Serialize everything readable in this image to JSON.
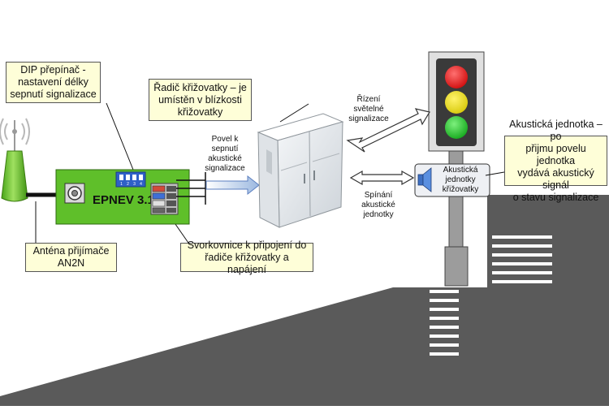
{
  "device": {
    "name": "EPNEV 3.17",
    "dip_labels": [
      "1",
      "2",
      "3",
      "4"
    ]
  },
  "callouts": {
    "dip": [
      "DIP přepínač -",
      "nastavení délky",
      "sepnutí signalizace"
    ],
    "controller": [
      "Řadič křižovatky – je",
      "umístěn v blízkosti",
      "křižovatky"
    ],
    "antenna": [
      "Anténa přijímače",
      "AN2N"
    ],
    "terminal": [
      "Svorkovnice k připojení do",
      "řadiče křižovatky a napájení"
    ],
    "acoustic": [
      "Akustická jednotka – po",
      "přijmu povelu jednotka",
      "vydává akustický signál",
      "o stavu signalizace"
    ]
  },
  "labels": {
    "command": [
      "Povel k",
      "sepnutí",
      "akustické",
      "signalizace"
    ],
    "light_control": [
      "Řízení",
      "světelné",
      "signalizace"
    ],
    "switching": [
      "Spínání",
      "akustické",
      "jednotky"
    ],
    "acoustic_unit": [
      "Akustická",
      "jednotky",
      "křižovatky"
    ]
  },
  "colors": {
    "device_green": "#5fbf2a",
    "callout_fill": "#fefed8",
    "light_red": "#e81818",
    "light_yellow": "#e6dc12",
    "light_green": "#22c02a",
    "road": "#5a5a5a"
  }
}
